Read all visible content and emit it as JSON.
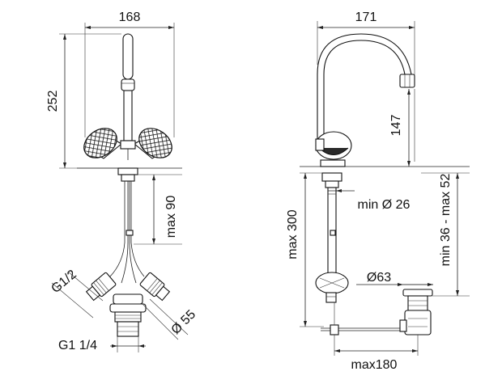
{
  "front_view": {
    "width": "168",
    "height": "252",
    "below_deck": "max 90",
    "inlet_thread": "G1/2",
    "drain_thread": "G1 1/4",
    "base_diameter": "Ø 55"
  },
  "side_view": {
    "reach": "171",
    "spout_height": "147",
    "hole_diameter": "min Ø 26",
    "drain_diameter": "Ø63",
    "depth": "max 300",
    "deck_thickness": "min 36 - max 52",
    "pull_rod_length": "max180"
  }
}
